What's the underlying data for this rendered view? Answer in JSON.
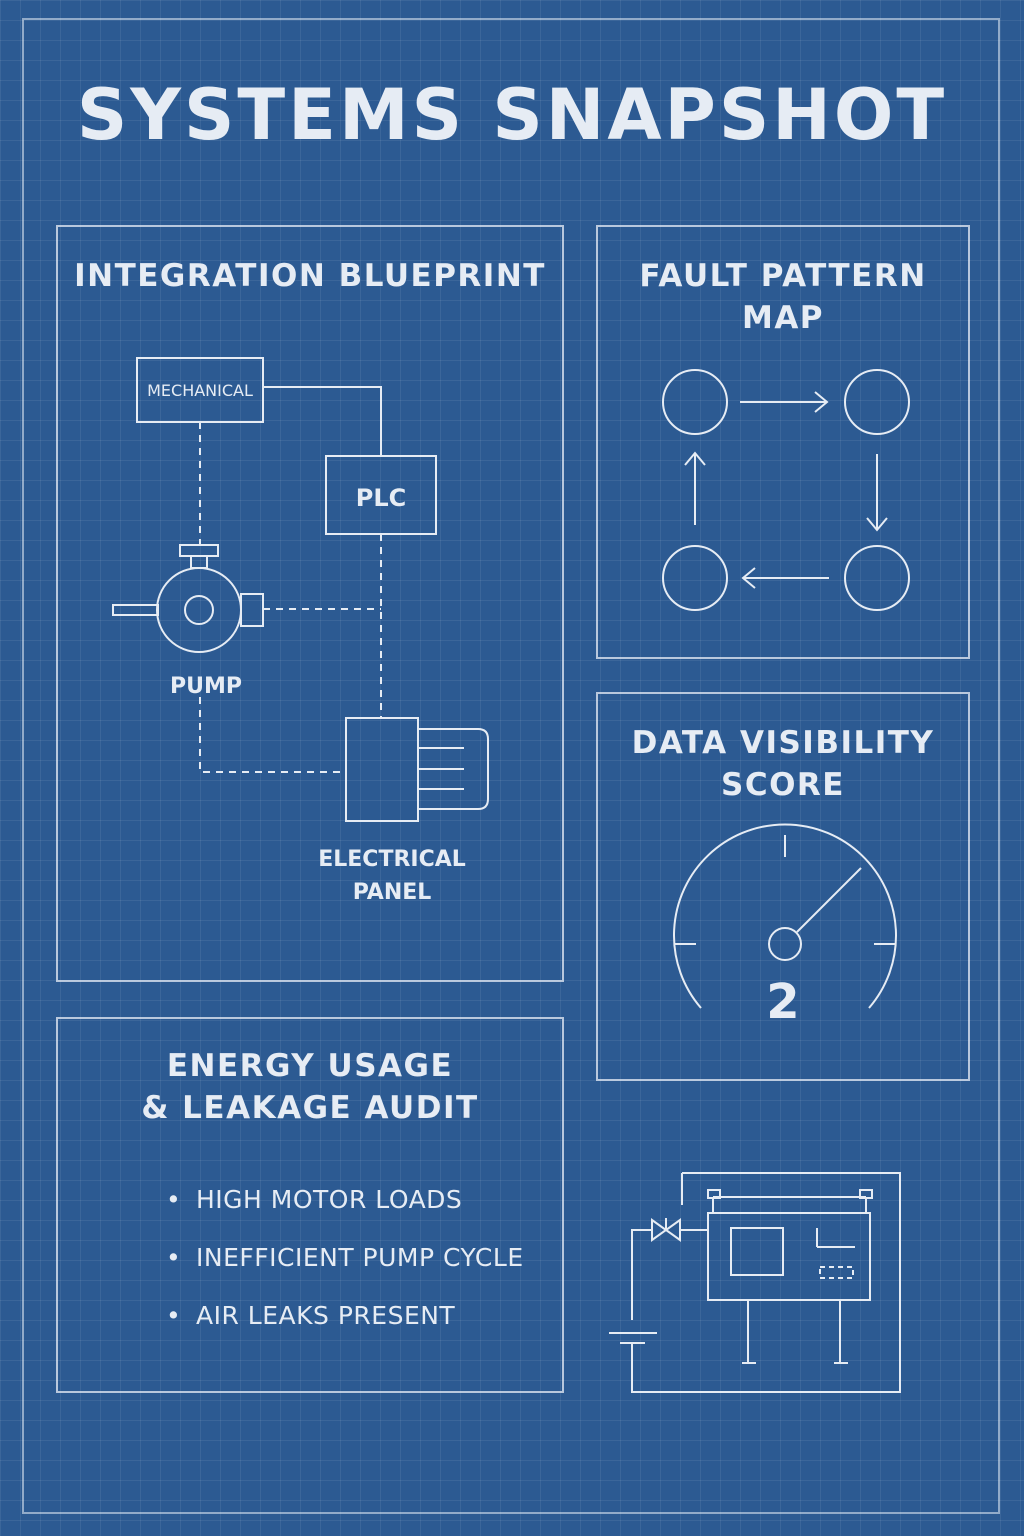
{
  "title": "SYSTEMS SNAPSHOT",
  "integration": {
    "title": "INTEGRATION BLUEPRINT",
    "mechanical": "MECHANICAL",
    "plc": "PLC",
    "pump": "PUMP",
    "electrical_line1": "ELECTRICAL",
    "electrical_line2": "PANEL"
  },
  "fault": {
    "title_line1": "FAULT PATTERN",
    "title_line2": "MAP"
  },
  "visibility": {
    "title_line1": "DATA VISIBILITY",
    "title_line2": "SCORE",
    "score": "2"
  },
  "energy": {
    "title_line1": "ENERGY USAGE",
    "title_line2": "& LEAKAGE AUDIT",
    "items": [
      "HIGH MOTOR LOADS",
      "INEFFICIENT PUMP CYCLE",
      "AIR LEAKS PRESENT"
    ]
  },
  "colors": {
    "background": "#2c5a92",
    "line": "#e6ecf4"
  },
  "icons": [
    "pump-icon",
    "electrical-panel-icon",
    "gauge-icon",
    "machine-schematic-icon"
  ]
}
